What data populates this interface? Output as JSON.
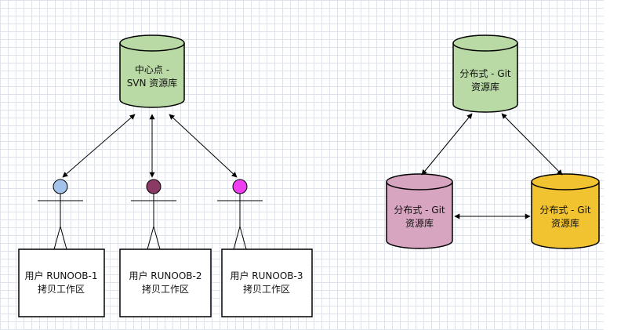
{
  "svn": {
    "server": {
      "line1": "中心点 -",
      "line2": "SVN 资源库"
    },
    "users": [
      {
        "line1": "用户 RUNOOB-1",
        "line2": "拷贝工作区",
        "head_color": "#a4c3ea"
      },
      {
        "line1": "用户 RUNOOB-2",
        "line2": "拷贝工作区",
        "head_color": "#8a3a64"
      },
      {
        "line1": "用户 RUNOOB-3",
        "line2": "拷贝工作区",
        "head_color": "#ef3ef0"
      }
    ]
  },
  "git": {
    "repos": [
      {
        "line1": "分布式 - Git",
        "line2": "资源库",
        "color": "#b9d9a5"
      },
      {
        "line1": "分布式 - Git",
        "line2": "资源库",
        "color": "#d7a5c0"
      },
      {
        "line1": "分布式 - Git",
        "line2": "资源库",
        "color": "#f2c330"
      }
    ]
  }
}
